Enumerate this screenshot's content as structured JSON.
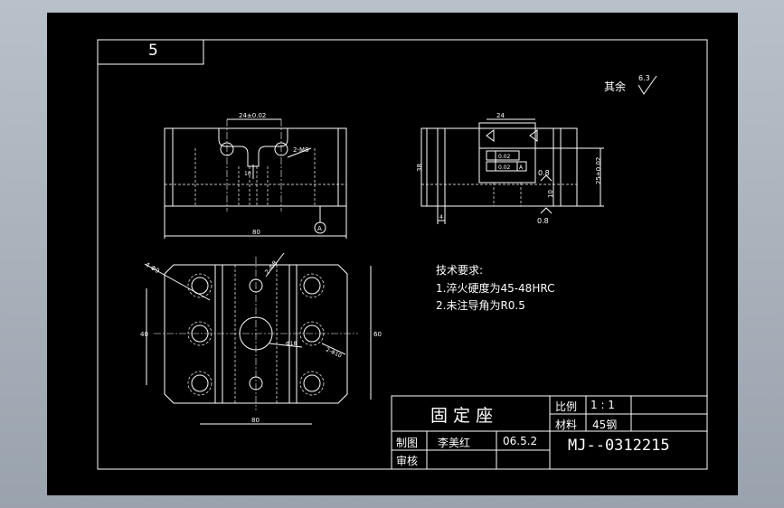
{
  "sheet_number": "5",
  "surface_note": {
    "label": "其余",
    "roughness": "6.3"
  },
  "tech_requirements": {
    "title": "技术要求:",
    "items": [
      "1.淬火硬度为45-48HRC",
      "2.未注导角为R0.5"
    ]
  },
  "title_block": {
    "part_name": "固 定 座",
    "scale_label": "比例",
    "scale_value": "1 : 1",
    "material_label": "材料",
    "material_value": "45钢",
    "drawn_label": "制图",
    "drawn_by": "李美红",
    "date": "06.5.2",
    "check_label": "审核",
    "drawing_no": "MJ--0312215"
  },
  "dims": {
    "front_top": "24±0.02",
    "front_width": "80",
    "front_depth": "10",
    "front_radius": "2-M8",
    "datum": "A",
    "side_top": "24",
    "side_height": "38",
    "side_right": "25±0.02",
    "side_step": "10",
    "side_gap": "4",
    "roughness_a": "0.8",
    "roughness_b": "0.8",
    "tol_a": "0.02",
    "tol_b": "0.02",
    "tol_ref": "A",
    "plan_hole_a": "4-Φ9",
    "plan_hole_b": "2-Φ8",
    "plan_center": "Φ18",
    "plan_hole_c": "2-Φ10",
    "plan_width": "80",
    "plan_height_left": "40",
    "plan_height_right": "60"
  }
}
